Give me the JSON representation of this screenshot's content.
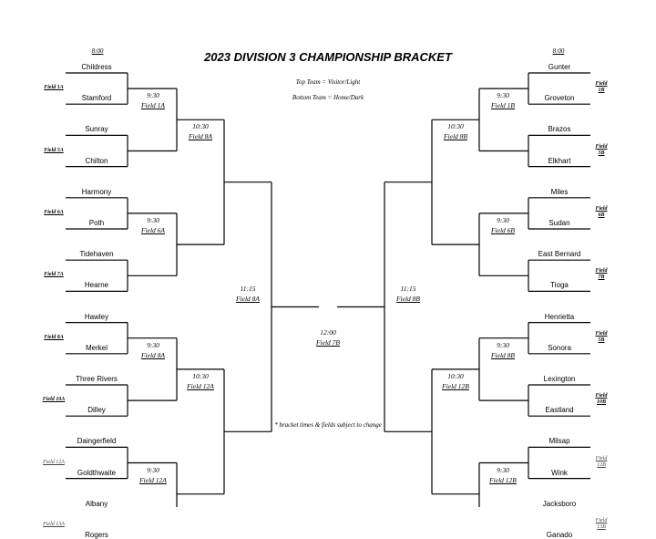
{
  "title": "2023 DIVISION 3 CHAMPIONSHIP BRACKET",
  "legend": {
    "top": "Top Team = Visitor/Light",
    "bottom": "Bottom Team = Home/Dark"
  },
  "footnote": "* bracket times & fields subject to change",
  "first_round_time_left": "8:00",
  "first_round_time_right": "8:00",
  "left_teams": [
    "Childress",
    "Stamford",
    "Sunray",
    "Chilton",
    "Harmony",
    "Poth",
    "Tidehaven",
    "Hearne",
    "Hawley",
    "Merkel",
    "Three Rivers",
    "Dilley",
    "Daingerfield",
    "Goldthwaite",
    "Albany",
    "Rogers"
  ],
  "right_teams": [
    "Gunter",
    "Groveton",
    "Brazos",
    "Elkhart",
    "Miles",
    "Sudan",
    "East Bernard",
    "Tioga",
    "Henrietta",
    "Sonora",
    "Lexington",
    "Eastland",
    "Milsap",
    "Wink",
    "Jacksboro",
    "Ganado"
  ],
  "left_first_fields": [
    "Field 1A",
    "Field 5A",
    "Field 6A",
    "Field 7A",
    "Field 8A",
    "Field 10A",
    "Field 12A",
    "Field 13A"
  ],
  "right_first_fields": [
    "Field 1B",
    "Field 5B",
    "Field 6B",
    "Field 7B",
    "Field 5B",
    "Field 10B",
    "Field 12B",
    "Field 13B"
  ],
  "left_r2": [
    {
      "time": "9:30",
      "field": "Field 1A"
    },
    {
      "time": "9:30",
      "field": "Field 6A"
    },
    {
      "time": "9:30",
      "field": "Field 8A"
    },
    {
      "time": "9:30",
      "field": "Field 12A"
    }
  ],
  "right_r2": [
    {
      "time": "9:30",
      "field": "Field 1B"
    },
    {
      "time": "9:30",
      "field": "Field 6B"
    },
    {
      "time": "9:30",
      "field": "Field 8B"
    },
    {
      "time": "9:30",
      "field": "Field 12B"
    }
  ],
  "left_r3": [
    {
      "time": "10:30",
      "field": "Field 8A"
    },
    {
      "time": "10:30",
      "field": "Field 12A"
    }
  ],
  "right_r3": [
    {
      "time": "10:30",
      "field": "Field 8B"
    },
    {
      "time": "10:30",
      "field": "Field 12B"
    }
  ],
  "left_semi": {
    "time": "11:15",
    "field": "Field 8A"
  },
  "right_semi": {
    "time": "11:15",
    "field": "Field 8B"
  },
  "final": {
    "time": "12:00",
    "field": "Field 7B"
  }
}
